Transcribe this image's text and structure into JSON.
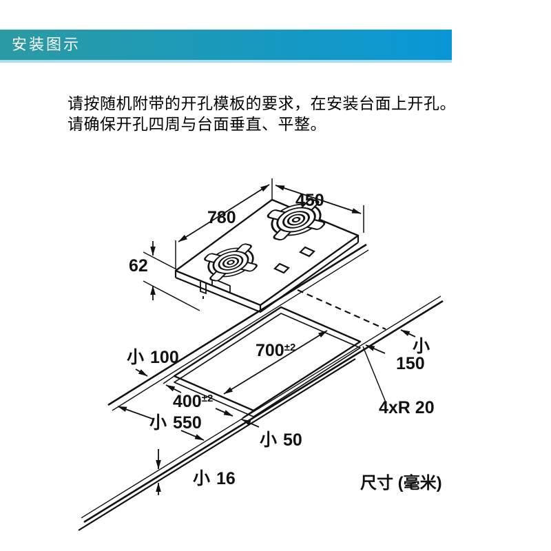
{
  "header": {
    "title": "安装图示",
    "bg_color_left": "#2B9BA3",
    "bg_color_right": "#0897D6",
    "underline_color": "#ABDEF0"
  },
  "intro": {
    "line1": "请按随机附带的开孔模板的要求，在安装台面上开孔。",
    "line2": "请确保开孔四周与台面垂直、平整。"
  },
  "diagram": {
    "appliance_width": "780",
    "appliance_depth": "450",
    "appliance_height": "62",
    "cutout_length": {
      "main": "700",
      "tol": "±2"
    },
    "cutout_width": {
      "main": "400",
      "tol": "±2"
    },
    "min_back_clearance": {
      "prefix": "小",
      "value": "100"
    },
    "min_right_clearance": {
      "prefix": "小",
      "value": "150"
    },
    "min_counter_depth": {
      "prefix": "小",
      "value": "550"
    },
    "min_front_clearance": {
      "prefix": "小",
      "value": "50"
    },
    "min_counter_thickness": {
      "prefix": "小",
      "value": "16"
    },
    "corner_radius": "4xR 20",
    "units_note": "尺寸 (毫米)"
  }
}
